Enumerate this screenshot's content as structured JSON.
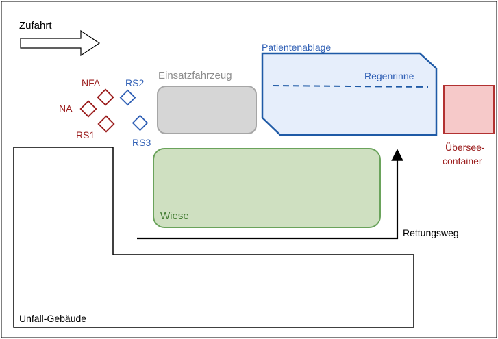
{
  "labels": {
    "entry": "Zufahrt",
    "patient_area": "Patientenablage",
    "gutter": "Regenrinne",
    "vehicle": "Einsatzfahrzeug",
    "meadow": "Wiese",
    "container_line1": "Übersee-",
    "container_line2": "container",
    "rescue_path": "Rettungsweg",
    "building": "Unfall-Gebäude"
  },
  "personnel": {
    "nfa": "NFA",
    "na": "NA",
    "rs1": "RS1",
    "rs2": "RS2",
    "rs3": "RS3"
  },
  "colors": {
    "black": "#000000",
    "team_red": "#9b1c1c",
    "team_blue": "#2f5fb5",
    "vehicle_fill": "#d6d6d6",
    "vehicle_stroke": "#a6a6a6",
    "patient_fill": "#e6eefb",
    "patient_stroke": "#1f5aa6",
    "meadow_fill": "#cfe0c1",
    "meadow_stroke": "#6aa35b",
    "container_fill": "#f6c9c9",
    "container_stroke": "#b23131"
  }
}
